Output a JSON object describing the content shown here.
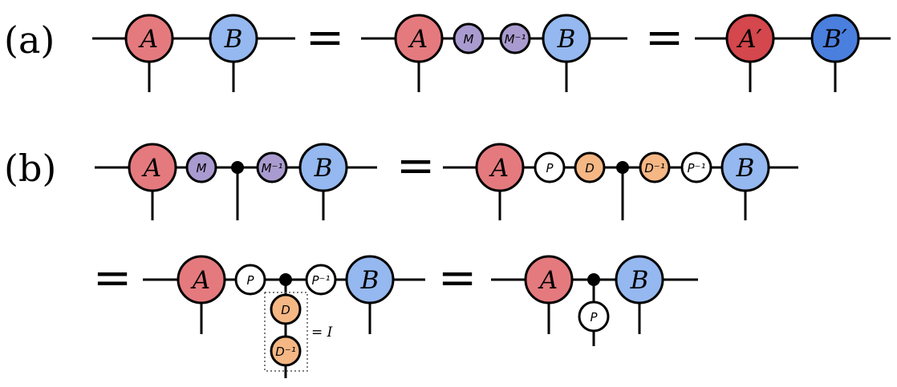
{
  "panel_labels": {
    "a": "(a)",
    "b": "(b)"
  },
  "equals_sign": "=",
  "identity_note": "= I",
  "tensors": {
    "A": "A",
    "B": "B",
    "A_prime": "A′",
    "B_prime": "B′",
    "M": "M",
    "M_inv": "M⁻¹",
    "P": "P",
    "P_inv": "P⁻¹",
    "D": "D",
    "D_inv": "D⁻¹"
  },
  "colors": {
    "red": "#e47a7e",
    "red_dark": "#d4474c",
    "blue": "#94b8ef",
    "blue_dark": "#4a7fde",
    "purple": "#a99bcf",
    "orange": "#f5b784",
    "white": "#ffffff",
    "black": "#000000"
  }
}
